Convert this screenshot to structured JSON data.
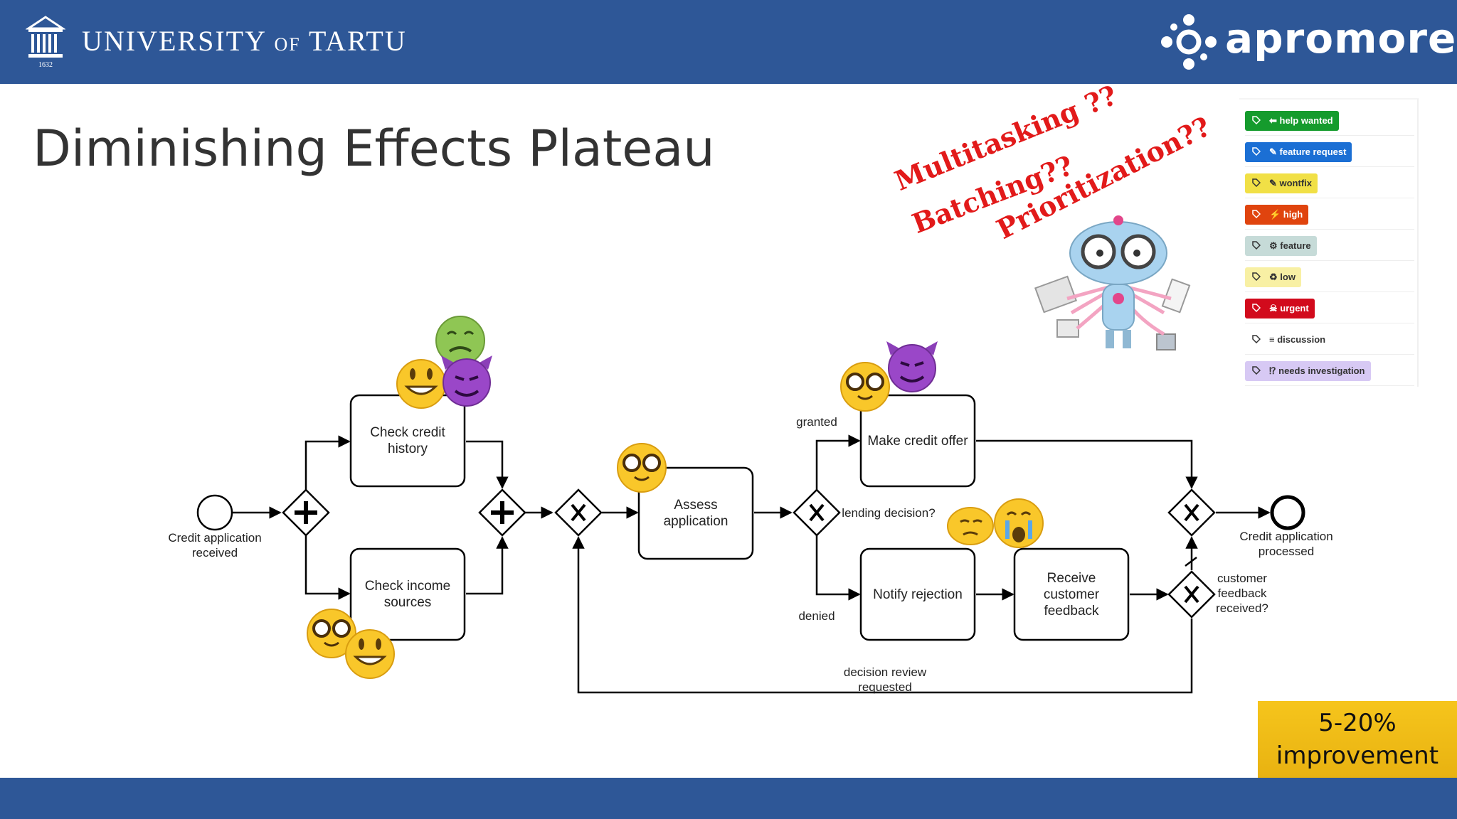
{
  "header": {
    "university_name_1": "UNIVERSITY",
    "university_name_2": "OF",
    "university_name_3": "TARTU",
    "university_year": "1632",
    "brand_name": "apromore"
  },
  "slide": {
    "title": "Diminishing Effects Plateau"
  },
  "annotations": {
    "multitasking": "Multitasking ??",
    "batching": "Batching??",
    "prioritization": "Prioritization??"
  },
  "issue_labels": [
    {
      "text": "⬅ help wanted",
      "bg": "#159b2d",
      "fg": "#ffffff"
    },
    {
      "text": "✎ feature request",
      "bg": "#1b6fd4",
      "fg": "#ffffff"
    },
    {
      "text": "✎ wontfix",
      "bg": "#f1e046",
      "fg": "#333333"
    },
    {
      "text": "⚡ high",
      "bg": "#e0440e",
      "fg": "#ffffff"
    },
    {
      "text": "⚙ feature",
      "bg": "#c6dbd8",
      "fg": "#333333"
    },
    {
      "text": "♻ low",
      "bg": "#f8f0a4",
      "fg": "#333333"
    },
    {
      "text": "☠ urgent",
      "bg": "#d20a1c",
      "fg": "#ffffff"
    },
    {
      "text": "≡ discussion",
      "bg": "#ffffff",
      "fg": "#333333"
    },
    {
      "text": "⁉ needs investigation",
      "bg": "#d7c9f4",
      "fg": "#333333"
    }
  ],
  "process": {
    "start_event_l1": "Credit application",
    "start_event_l2": "received",
    "task_credit_l1": "Check credit",
    "task_credit_l2": "history",
    "task_income_l1": "Check income",
    "task_income_l2": "sources",
    "task_assess_l1": "Assess",
    "task_assess_l2": "application",
    "gateway_decision_label": "lending decision?",
    "flow_granted": "granted",
    "flow_denied": "denied",
    "task_offer": "Make credit offer",
    "task_reject": "Notify rejection",
    "task_feedback_l1": "Receive",
    "task_feedback_l2": "customer",
    "task_feedback_l3": "feedback",
    "gateway_feedback_l1": "customer",
    "gateway_feedback_l2": "feedback",
    "gateway_feedback_l3": "received?",
    "end_event_l1": "Credit application",
    "end_event_l2": "processed",
    "loop_label_l1": "decision review",
    "loop_label_l2": "requested"
  },
  "improvement": {
    "line1": "5-20%",
    "line2": "improvement"
  },
  "colors": {
    "brand_blue": "#2e5797",
    "annotation_red": "#e21a1a",
    "callout_yellow": "#f3c019"
  }
}
